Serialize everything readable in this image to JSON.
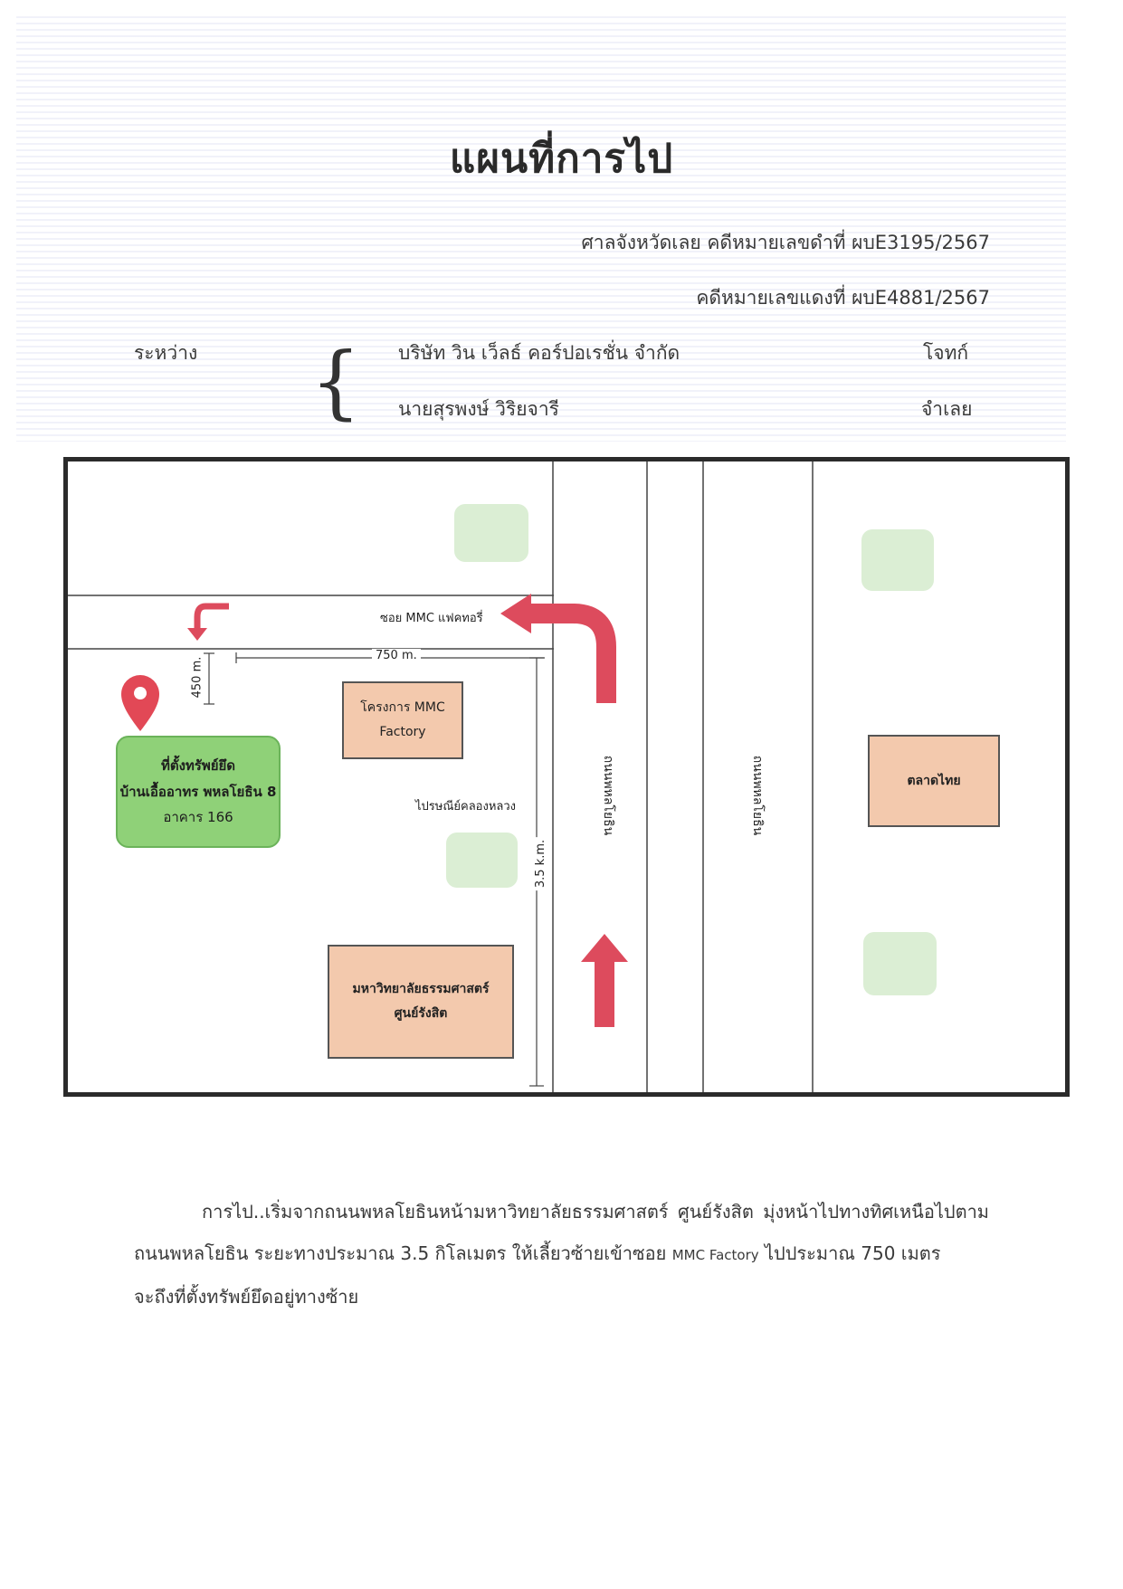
{
  "title": "แผนที่การไป",
  "header": {
    "court_line": "ศาลจังหวัดเลย  คดีหมายเลขดำที่  ผบE3195/2567",
    "red_case_line": "คดีหมายเลขแดงที่  ผบE4881/2567",
    "between_label": "ระหว่าง",
    "plaintiff_name": "บริษัท  วิน  เว็ลธ์  คอร์ปอเรชั่น  จำกัด",
    "plaintiff_role": "โจทก์",
    "defendant_name": "นายสุรพงษ์ วิริยจารี",
    "defendant_role": "จำเลย"
  },
  "map": {
    "soi_label": "ซอย MMC แฟคทอรี่",
    "dist_750": "750 m.",
    "dist_450": "450 m.",
    "dist_3_5": "3.5 k.m.",
    "mmc_project_line1": "โครงการ MMC",
    "mmc_project_line2": "Factory",
    "post_office": "ไปรษณีย์คลองหลวง",
    "university_line1": "มหาวิทยาลัยธรรมศาสตร์",
    "university_line2": "ศูนย์รังสิต",
    "road_left": "ถนนพหลโยธิน",
    "road_right": "ถนนพหลโยธิน",
    "market": "ตลาดไทย",
    "property_line1": "ที่ตั้งทรัพย์ยึด",
    "property_line2": "บ้านเอื้ออาทร พหลโยธิน 8",
    "property_line3": "อาคาร 166",
    "colors": {
      "arrow": "#dd4b5d",
      "pin": "#e24856",
      "property_fill": "#8fd178",
      "building_fill": "#f3c9ad",
      "park_fill": "#dbeed4"
    },
    "icons": [
      "location-pin-icon",
      "turn-left-arrow-icon",
      "curve-left-arrow-icon",
      "up-arrow-icon"
    ]
  },
  "directions": {
    "para_a": "การไป..เริ่มจากถนนพหลโยธินหน้ามหาวิทยาลัยธรรมศาสตร์ ศูนย์รังสิต  มุ่งหน้าไปทางทิศเหนือไปตาม ถนนพหลโยธิน  ระยะทางประมาณ  3.5  กิโลเมตร  ให้เลี้ยวซ้ายเข้าซอย",
    "para_factory": "MMC Factory",
    "para_b": "ไปประมาณ  750 เมตร",
    "para_c": "จะถึงที่ตั้งทรัพย์ยึดอยู่ทางซ้าย"
  }
}
